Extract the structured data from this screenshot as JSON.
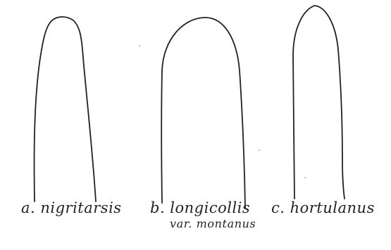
{
  "figure": {
    "panels": [
      {
        "id": "a",
        "label": "a. nigritarsis"
      },
      {
        "id": "b",
        "label": "b. longicollis",
        "sublabel": "var. montanus"
      },
      {
        "id": "c",
        "label": "c. hortulanus"
      }
    ],
    "colors": {
      "stroke": "#222222",
      "background": "#ffffff"
    }
  }
}
